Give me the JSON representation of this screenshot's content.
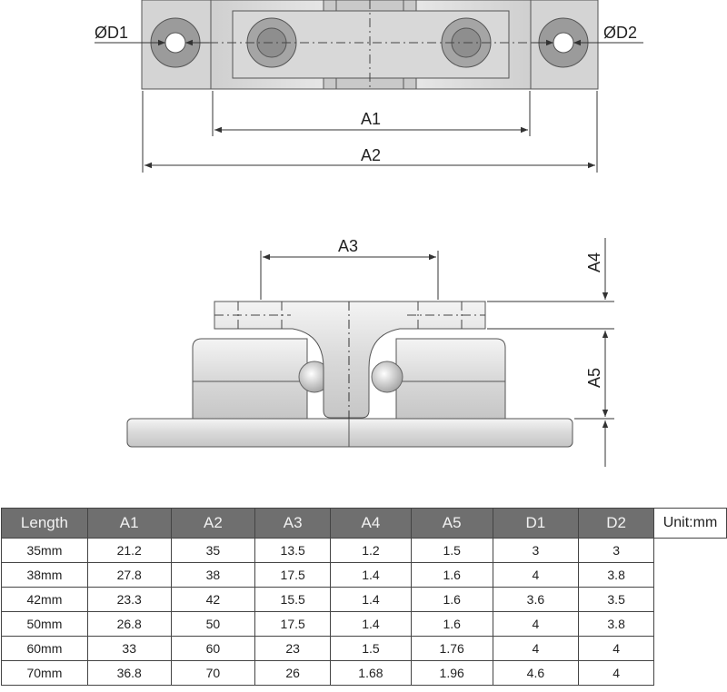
{
  "top_view": {
    "d1_label": "ØD1",
    "d2_label": "ØD2",
    "a1_label": "A1",
    "a2_label": "A2"
  },
  "side_view": {
    "a3_label": "A3",
    "a4_label": "A4",
    "a5_label": "A5"
  },
  "table": {
    "headers": [
      "Length",
      "A1",
      "A2",
      "A3",
      "A4",
      "A5",
      "D1",
      "D2"
    ],
    "rows": [
      [
        "35mm",
        "21.2",
        "35",
        "13.5",
        "1.2",
        "1.5",
        "3",
        "3"
      ],
      [
        "38mm",
        "27.8",
        "38",
        "17.5",
        "1.4",
        "1.6",
        "4",
        "3.8"
      ],
      [
        "42mm",
        "23.3",
        "42",
        "15.5",
        "1.4",
        "1.6",
        "3.6",
        "3.5"
      ],
      [
        "50mm",
        "26.8",
        "50",
        "17.5",
        "1.4",
        "1.6",
        "4",
        "3.8"
      ],
      [
        "60mm",
        "33",
        "60",
        "23",
        "1.5",
        "1.76",
        "4",
        "4"
      ],
      [
        "70mm",
        "36.8",
        "70",
        "26",
        "1.68",
        "1.96",
        "4.6",
        "4"
      ]
    ],
    "unit": "Unit:mm"
  }
}
